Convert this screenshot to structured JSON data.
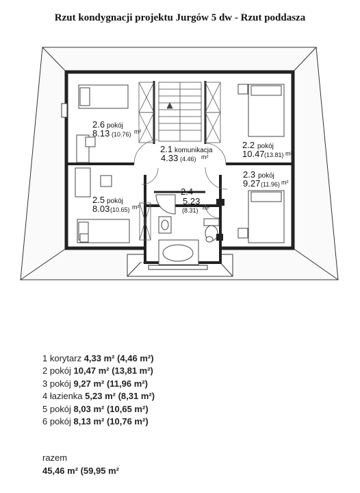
{
  "title": "Rzut kondygnacji projektu Jurgów 5 dw - Rzut poddasza",
  "plan_labels": {
    "r26": {
      "num": "2.6",
      "name": "pokój",
      "area": "8.13",
      "gross": "(10.76)",
      "unit": "m²"
    },
    "r21": {
      "num": "2.1",
      "name": "komunikacja",
      "area": "4.33",
      "gross": "(4.46)",
      "unit": "m²"
    },
    "r22": {
      "num": "2.2",
      "name": "pokój",
      "area": "10.47",
      "gross": "(13.81)",
      "unit": "m²"
    },
    "r23": {
      "num": "2.3",
      "name": "pokój",
      "area": "9.27",
      "gross": "(11.96)",
      "unit": "m²"
    },
    "r25": {
      "num": "2.5",
      "name": "pokój",
      "area": "8.03",
      "gross": "(10.65)",
      "unit": "m²"
    },
    "r24": {
      "num": "2.4",
      "area": "5.23",
      "gross": "(8.31)",
      "unit": "m²"
    }
  },
  "rooms": [
    {
      "label": "1 korytarz ",
      "value": "4,33 m² (4,46 m²)"
    },
    {
      "label": "2 pokój ",
      "value": "10,47 m² (13,81 m²)"
    },
    {
      "label": "3 pokój ",
      "value": "9,27 m² (11,96 m²)"
    },
    {
      "label": "4 łazienka ",
      "value": "5,23 m² (8,31 m²)"
    },
    {
      "label": "5 pokój ",
      "value": "8,03 m² (10,65 m²)"
    },
    {
      "label": "6 pokój ",
      "value": "8,13 m² (10,76 m²)"
    }
  ],
  "total": {
    "label": "razem",
    "value": "45,46 m² (59,95 m²"
  }
}
